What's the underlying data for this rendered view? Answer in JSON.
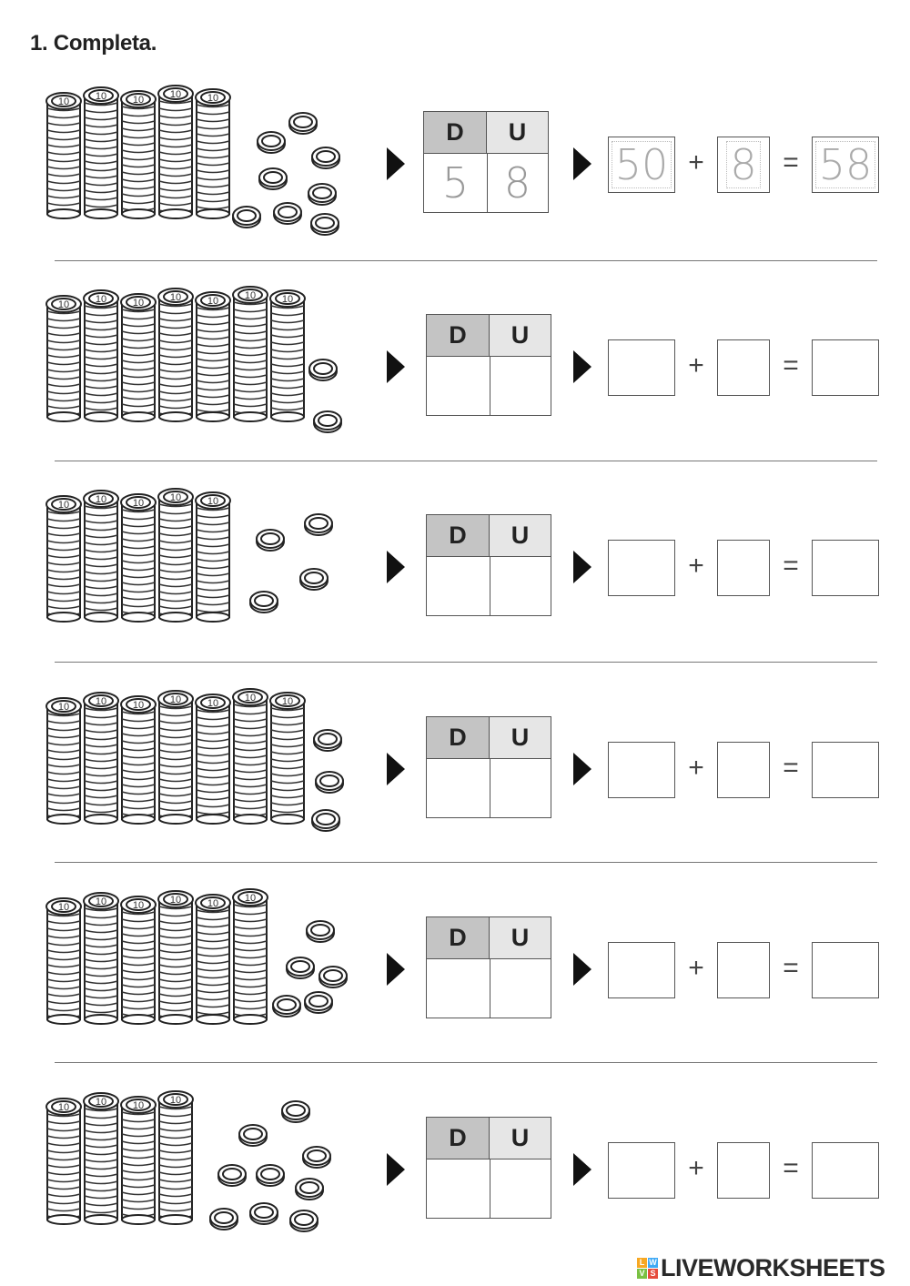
{
  "title": "1. Completa.",
  "headers": {
    "tens": "D",
    "units": "U"
  },
  "coin_label": "10",
  "operators": {
    "plus": "+",
    "equals": "="
  },
  "exercises": [
    {
      "stacks": 5,
      "loose": 8,
      "du_tens": "5",
      "du_units": "8",
      "sum_tens": "50",
      "sum_units": "8",
      "total": "58"
    },
    {
      "stacks": 7,
      "loose": 2,
      "du_tens": "",
      "du_units": "",
      "sum_tens": "",
      "sum_units": "",
      "total": ""
    },
    {
      "stacks": 5,
      "loose": 4,
      "du_tens": "",
      "du_units": "",
      "sum_tens": "",
      "sum_units": "",
      "total": ""
    },
    {
      "stacks": 7,
      "loose": 3,
      "du_tens": "",
      "du_units": "",
      "sum_tens": "",
      "sum_units": "",
      "total": ""
    },
    {
      "stacks": 6,
      "loose": 5,
      "du_tens": "",
      "du_units": "",
      "sum_tens": "",
      "sum_units": "",
      "total": ""
    },
    {
      "stacks": 4,
      "loose": 9,
      "du_tens": "",
      "du_units": "",
      "sum_tens": "",
      "sum_units": "",
      "total": ""
    }
  ],
  "logo": {
    "text": "LIVEWORKSHEETS",
    "mark_letters": [
      "L",
      "W",
      "V",
      "S"
    ],
    "mark_colors": [
      "#f7a823",
      "#3fa9f5",
      "#7ac143",
      "#e64b3c"
    ]
  }
}
